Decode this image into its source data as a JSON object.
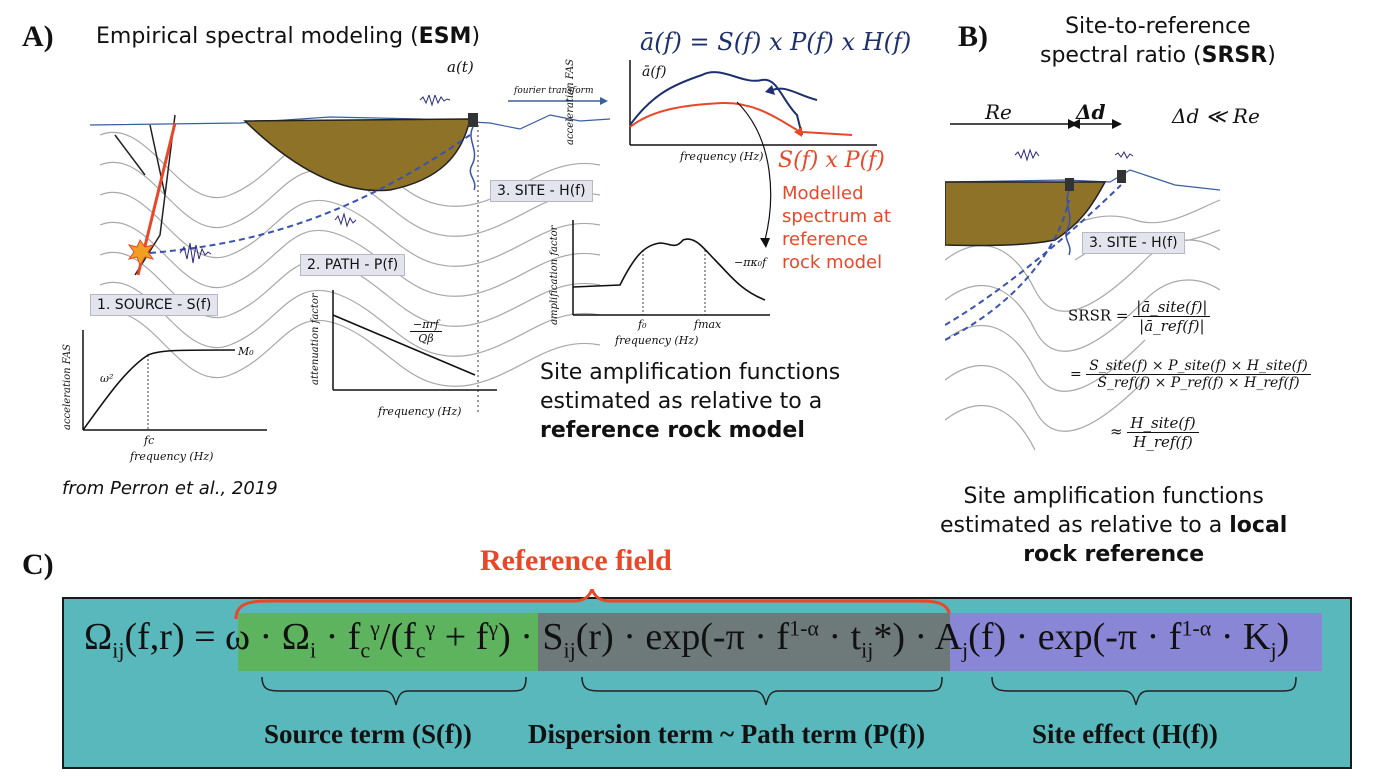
{
  "panelA": {
    "letter": "A)",
    "title_pre": "Empirical spectral modeling (",
    "title_bold": "ESM",
    "title_post": ")",
    "equation": "ā(f) = S(f) x P(f) x H(f)",
    "a_t": "a(t)",
    "fourier": "fourier transform",
    "abar": "ā(f)",
    "spectrum_ylabel": "acceleration FAS",
    "spectrum_xlabel": "frequency (Hz)",
    "sxp": "S(f) x P(f)",
    "modelled": [
      "Modelled",
      "spectrum at",
      "reference",
      "rock model"
    ],
    "site_tag": "3. SITE - H(f)",
    "path_tag": "2. PATH - P(f)",
    "source_tag": "1. SOURCE - S(f)",
    "amp_ylabel": "amplification factor",
    "amp_xlabel": "frequency (Hz)",
    "amp_kappa": "−πκ₀f",
    "amp_f0": "f₀",
    "amp_fmax": "fmax",
    "att_ylabel": "attenuation factor",
    "att_xlabel": "frequency (Hz)",
    "att_expr_num": "−πrf",
    "att_expr_den": "Qβ",
    "src_ylabel": "acceleration FAS",
    "src_xlabel": "frequency (Hz)",
    "src_w2": "ω²",
    "src_m0": "M₀",
    "src_fc": "fc",
    "citation": "from Perron et al., 2019",
    "caption": [
      "Site amplification functions",
      "estimated as relative to a"
    ],
    "caption_bold": "reference rock model"
  },
  "panelB": {
    "letter": "B)",
    "title": [
      "Site-to-reference",
      "spectral ratio ("
    ],
    "title_bold": "SRSR",
    "title_post": ")",
    "re": "Re",
    "delta_d": "Δd",
    "ineq": "Δd ≪ Re",
    "site_tag": "3. SITE - H(f)",
    "srsr_lhs": "SRSR =",
    "srsr_num": "|ā_site(f)|",
    "srsr_den": "|ā_ref(f)|",
    "expand_num": [
      "S_site(f) × P_site(f) × H_site(f)"
    ],
    "expand_den": [
      "S_ref(f) × P_ref(f) × H_ref(f)"
    ],
    "approx_num": "H_site(f)",
    "approx_den": "H_ref(f)",
    "caption": [
      "Site amplification functions",
      "estimated as relative to a"
    ],
    "caption_bold": [
      "local",
      "rock reference"
    ]
  },
  "panelC": {
    "letter": "C)",
    "reference_field": "Reference field",
    "source_term": "Source term (S(f))",
    "path_term": "Dispersion term ~ Path term (P(f))",
    "site_term": "Site effect (H(f))"
  },
  "colors": {
    "accent_red": "#e8482a",
    "panel_c_bg": "#58b8bc",
    "source_green": "#5eb35f",
    "path_gray": "#6e7a7a",
    "site_purple": "#8a86d6",
    "spectrum_blue": "#1e2f6e",
    "soil": "#8d7228"
  }
}
